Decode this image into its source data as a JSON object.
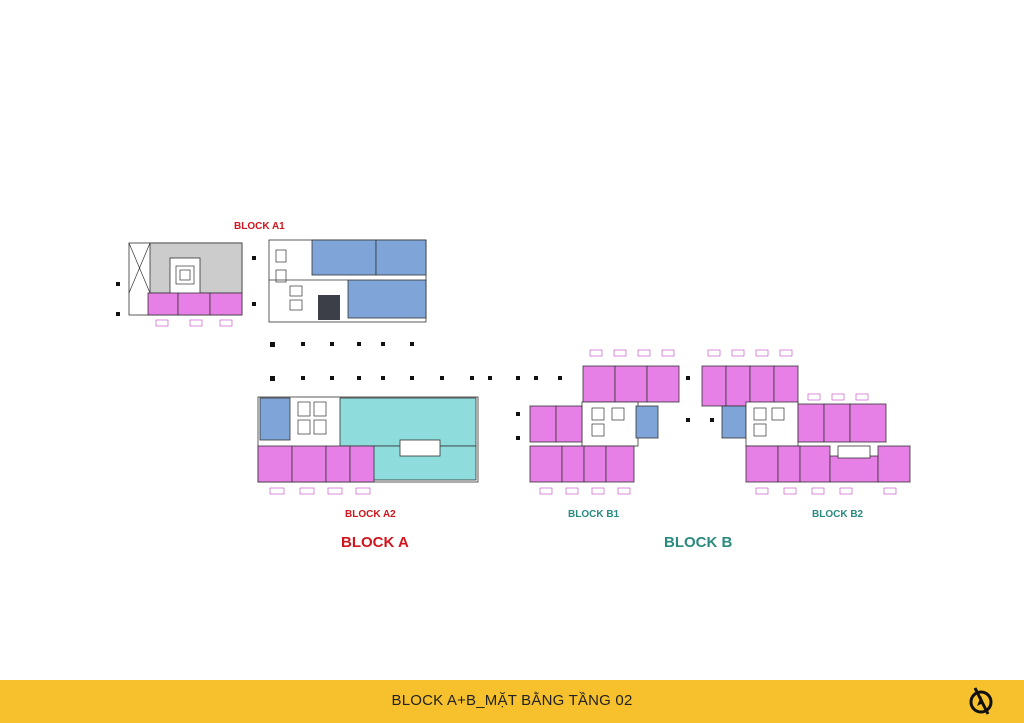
{
  "labels": {
    "block_a1": "BLOCK A1",
    "block_a2": "BLOCK A2",
    "block_b1": "BLOCK B1",
    "block_b2": "BLOCK B2",
    "block_a": "BLOCK A",
    "block_b": "BLOCK B"
  },
  "footer": {
    "title": "BLOCK A+B_MẶT BẰNG TẦNG 02"
  },
  "colors": {
    "block_a_label": "#d0161e",
    "block_b_label": "#2a8a7e",
    "footer_band": "#f6c12d",
    "footer_text": "#222222",
    "unit_magenta": "#e680e6",
    "unit_blue": "#7fa5d8",
    "unit_teal": "#8fdcdc",
    "lobby_gray": "#cccccc",
    "core_dark": "#3c3f48",
    "wall": "#333333"
  },
  "icons": {
    "compass": "compass-icon"
  }
}
